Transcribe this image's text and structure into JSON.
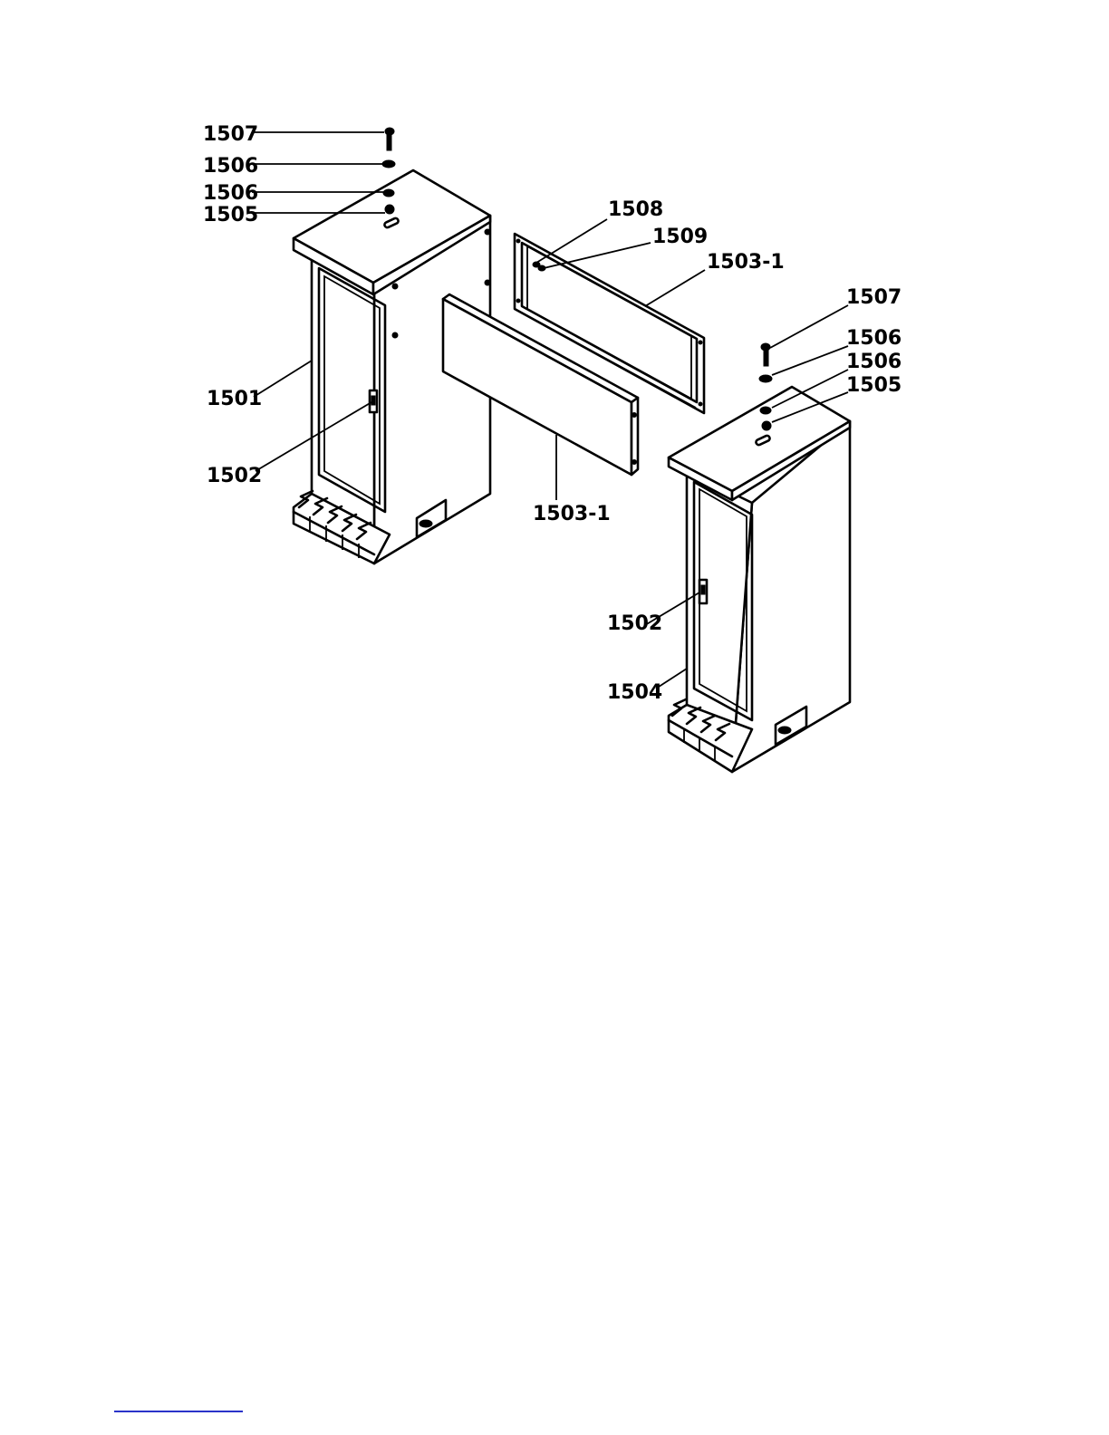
{
  "callouts": {
    "left_1507": "1507",
    "left_1506_top": "1506",
    "left_1506_mid": "1506",
    "left_1505": "1505",
    "left_1501": "1501",
    "left_1502": "1502",
    "front_panel_1503_1": "1503-1",
    "back_panel_1508": "1508",
    "back_panel_1509": "1509",
    "back_panel_1503_1": "1503-1",
    "right_1507": "1507",
    "right_1506_top": "1506",
    "right_1506_mid": "1506",
    "right_1505": "1505",
    "right_1502": "1502",
    "right_1504": "1504"
  },
  "colors": {
    "line": "#000000",
    "background": "#ffffff",
    "footnote_rule": "#2a33c9"
  }
}
